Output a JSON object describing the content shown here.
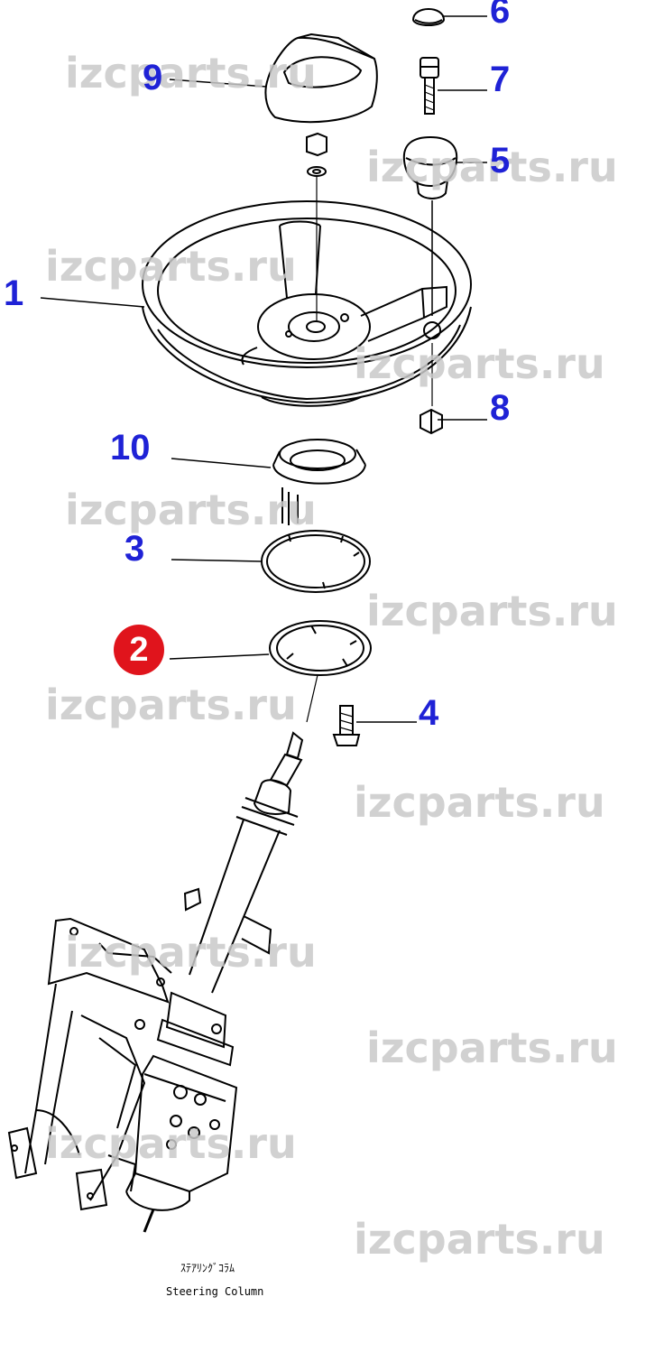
{
  "colors": {
    "callout": "#1f22d6",
    "highlight_fill": "#e0141c",
    "line": "#000000",
    "watermark": "#c9c9c9"
  },
  "callouts": {
    "c1": "1",
    "c2": "2",
    "c3": "3",
    "c4": "4",
    "c5": "5",
    "c6": "6",
    "c7": "7",
    "c8": "8",
    "c9": "9",
    "c10": "10"
  },
  "caption": {
    "japanese": "ｽﾃｱﾘﾝｸﾞｺﾗﾑ",
    "english": "Steering Column"
  },
  "watermark": "izcparts.ru"
}
